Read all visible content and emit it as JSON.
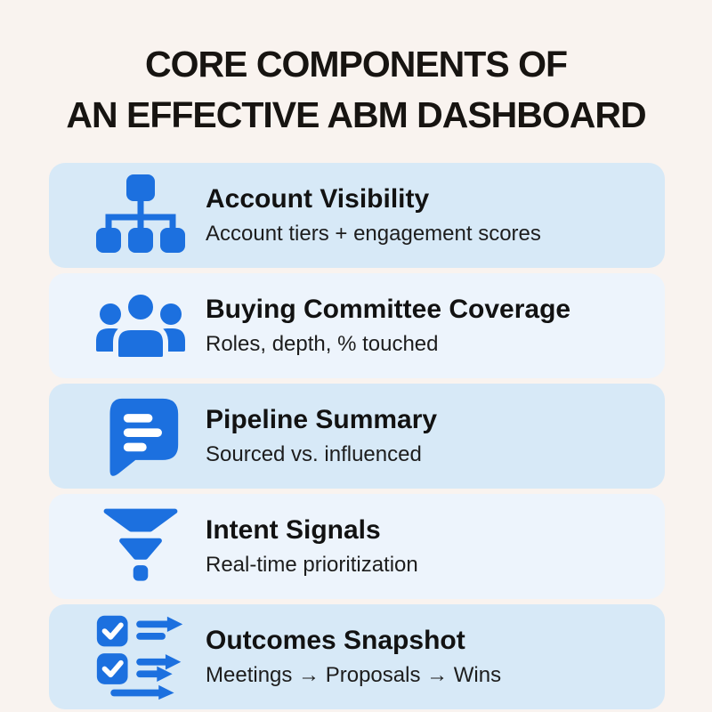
{
  "page": {
    "title_line1": "CORE COMPONENTS OF",
    "title_line2": "AN EFFECTIVE ABM DASHBOARD"
  },
  "colors": {
    "background": "#f9f3ef",
    "row_shade_dark": "#d7e9f7",
    "row_shade_light": "#edf4fc",
    "icon_blue": "#1c70df",
    "text_dark": "#121212"
  },
  "rows": [
    {
      "icon": "hierarchy-icon",
      "title": "Account Visibility",
      "subtitle": "Account tiers + engagement scores"
    },
    {
      "icon": "people-icon",
      "title": "Buying Committee Coverage",
      "subtitle": "Roles, depth, % touched"
    },
    {
      "icon": "chat-icon",
      "title": "Pipeline Summary",
      "subtitle": "Sourced vs. influenced"
    },
    {
      "icon": "funnel-icon",
      "title": "Intent Signals",
      "subtitle": "Real-time prioritization"
    },
    {
      "icon": "checklist-icon",
      "title": "Outcomes Snapshot",
      "subtitle": "Meetings → Proposals → Wins"
    }
  ]
}
